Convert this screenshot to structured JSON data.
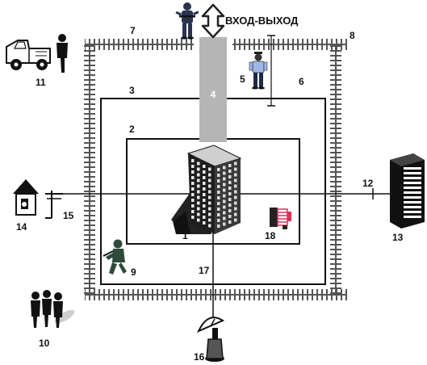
{
  "title": "ВХОД-ВЫХОД",
  "labels": {
    "n1": "1",
    "n2": "2",
    "n3": "3",
    "n4": "4",
    "n5": "5",
    "n6": "6",
    "n7": "7",
    "n8": "8",
    "n9": "9",
    "n10": "10",
    "n11": "11",
    "n12": "12",
    "n13": "13",
    "n14": "14",
    "n15": "15",
    "n16": "16",
    "n17": "17",
    "n18": "18"
  },
  "colors": {
    "line": "#111111",
    "fence": "#555555",
    "corridor": "#b5b5b5",
    "corridor_label": "#ffffff",
    "soldier": "#2f4a3a",
    "guard_shirt": "#9fb6e8",
    "generator": "#d9315a"
  },
  "icons": [
    "entry-exit-arrow-icon",
    "building-icon",
    "armed-guard-icon",
    "security-guard-icon",
    "soldier-icon",
    "people-group-icon",
    "truck-icon",
    "driver-icon",
    "tower-building-icon",
    "hut-icon",
    "utility-pole-icon",
    "satellite-dish-icon",
    "generator-icon"
  ]
}
